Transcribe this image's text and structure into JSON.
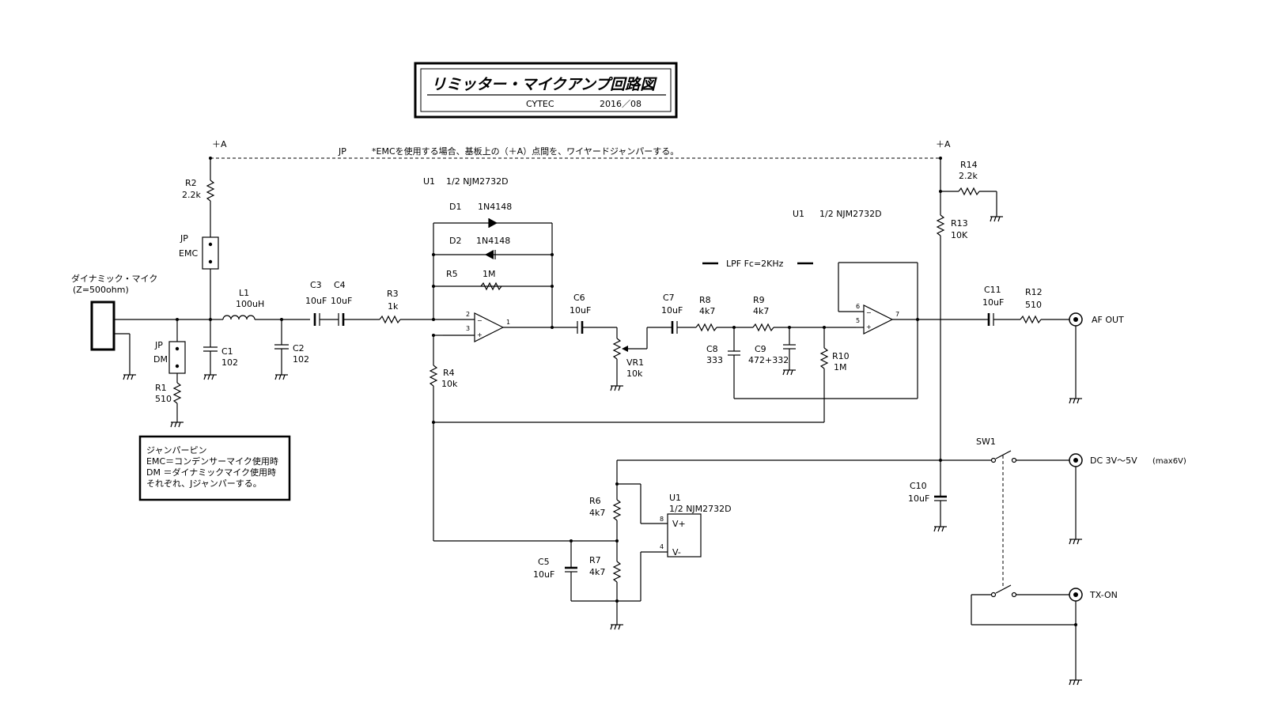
{
  "title": {
    "main": "リミッター・マイクアンプ回路図",
    "company": "CYTEC",
    "date": "2016／08"
  },
  "notes": {
    "jp_note": "*EMCを使用する場合、基板上の（＋A）点間を、ワイヤードジャンパーする。",
    "lpf": "LPF  Fc=2KHz",
    "jumper_box": [
      "ジャンパーピン",
      "EMC＝コンデンサーマイク使用時",
      "DM  ＝ダイナミックマイク使用時",
      "それぞれ、Jジャンパーする。"
    ]
  },
  "labels": {
    "plus_a_left": "＋A",
    "plus_a_right": "＋A",
    "jp_top": "JP",
    "mic_name": "ダイナミック・マイク",
    "mic_spec": "(Z=500ohm)",
    "u1_a": "U1",
    "u1_a_part": "1/2 NJM2732D",
    "u1_b": "U1",
    "u1_b_part": "1/2 NJM2732D",
    "u1_c": "U1",
    "u1_c_part": "1/2 NJM2732D",
    "vplus": "V+",
    "vminus": "V-",
    "pin8": "8",
    "pin4": "4",
    "pin2": "2",
    "pin3": "3",
    "pin1": "1",
    "pin6": "6",
    "pin5": "5",
    "pin7": "7",
    "af_out": "AF  OUT",
    "dc_in": "DC  3V～5V",
    "dc_max": "(max6V)",
    "tx_on": "TX-ON",
    "sw1": "SW1"
  },
  "components": {
    "R1": {
      "name": "R1",
      "value": "510"
    },
    "R2": {
      "name": "R2",
      "value": "2.2k"
    },
    "R3": {
      "name": "R3",
      "value": "1k"
    },
    "R4": {
      "name": "R4",
      "value": "10k"
    },
    "R5": {
      "name": "R5",
      "value": "1M"
    },
    "R6": {
      "name": "R6",
      "value": "4k7"
    },
    "R7": {
      "name": "R7",
      "value": "4k7"
    },
    "R8": {
      "name": "R8",
      "value": "4k7"
    },
    "R9": {
      "name": "R9",
      "value": "4k7"
    },
    "R10": {
      "name": "R10",
      "value": "1M"
    },
    "R12": {
      "name": "R12",
      "value": "510"
    },
    "R13": {
      "name": "R13",
      "value": "10K"
    },
    "R14": {
      "name": "R14",
      "value": "2.2k"
    },
    "C1": {
      "name": "C1",
      "value": "102"
    },
    "C2": {
      "name": "C2",
      "value": "102"
    },
    "C3": {
      "name": "C3",
      "value": "10uF"
    },
    "C4": {
      "name": "C4",
      "value": "10uF"
    },
    "C5": {
      "name": "C5",
      "value": "10uF"
    },
    "C6": {
      "name": "C6",
      "value": "10uF"
    },
    "C7": {
      "name": "C7",
      "value": "10uF"
    },
    "C8": {
      "name": "C8",
      "value": "333"
    },
    "C9": {
      "name": "C9",
      "value": "472+332"
    },
    "C10": {
      "name": "C10",
      "value": "10uF"
    },
    "C11": {
      "name": "C11",
      "value": "10uF"
    },
    "L1": {
      "name": "L1",
      "value": "100uH"
    },
    "D1": {
      "name": "D1",
      "value": "1N4148"
    },
    "D2": {
      "name": "D2",
      "value": "1N4148"
    },
    "VR1": {
      "name": "VR1",
      "value": "10k"
    },
    "JP_EMC": {
      "name": "JP",
      "value": "EMC"
    },
    "JP_DM": {
      "name": "JP",
      "value": "DM"
    }
  }
}
